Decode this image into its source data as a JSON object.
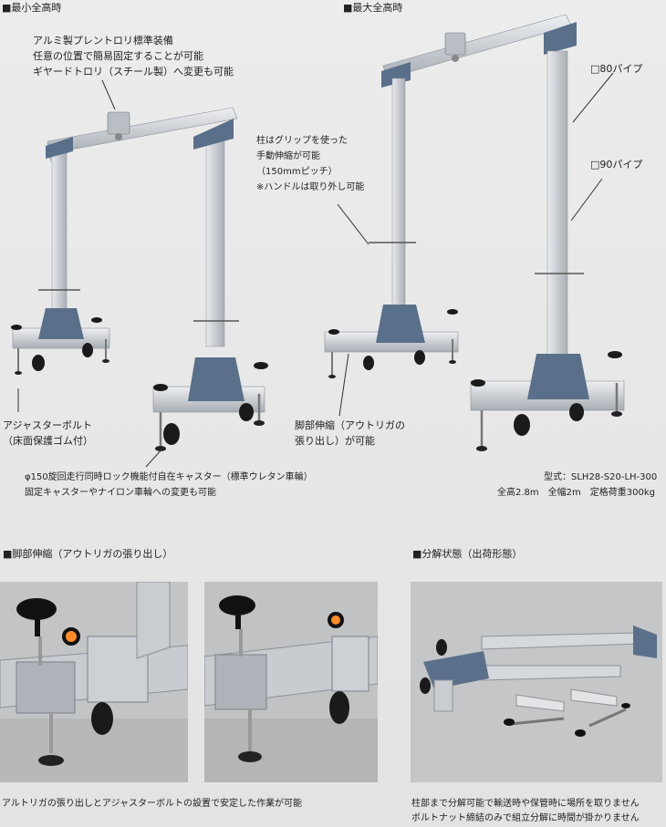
{
  "headings": {
    "min_height": "■最小全高時",
    "max_height": "■最大全高時",
    "outrigger": "■脚部伸縮（アウトリガの張り出し）",
    "disassembled": "■分解状態（出荷形態）"
  },
  "callouts": {
    "trolley": [
      "アルミ製プレントロリ標準装備",
      "任意の位置で簡易固定することが可能",
      "ギヤードトロリ（スチール製）へ変更も可能"
    ],
    "grip": [
      "柱はグリップを使った",
      "手動伸縮が可能",
      "（150mmピッチ）",
      "※ハンドルは取り外し可能"
    ],
    "pipe80": "□80パイプ",
    "pipe90": "□90パイプ",
    "adjuster": [
      "アジャスターボルト",
      "（床面保護ゴム付）"
    ],
    "leg": [
      "脚部伸縮（アウトリガの",
      "張り出し）が可能"
    ],
    "caster": [
      "φ150旋回走行同時ロック機能付自在キャスター（標準ウレタン車輪）",
      "固定キャスターやナイロン車輪への変更も可能"
    ]
  },
  "spec": {
    "model": "型式：SLH28-S20-LH-300",
    "dims": "全高2.8m　全幅2m　定格荷重300kg"
  },
  "captions": {
    "outrigger": "アルトリガの張り出しとアジャスターボルトの設置で安定した作業が可能",
    "disassembled": [
      "柱部まで分解可能で輸送時や保管時に場所を取りません",
      "ボルトナット締結のみで組立分解に時間が掛かりません"
    ]
  },
  "colors": {
    "background": "#e7e7e7",
    "aluminum": "#c9ccd0",
    "plate": "#5a6f8a",
    "rubber": "#1a1a1a"
  }
}
